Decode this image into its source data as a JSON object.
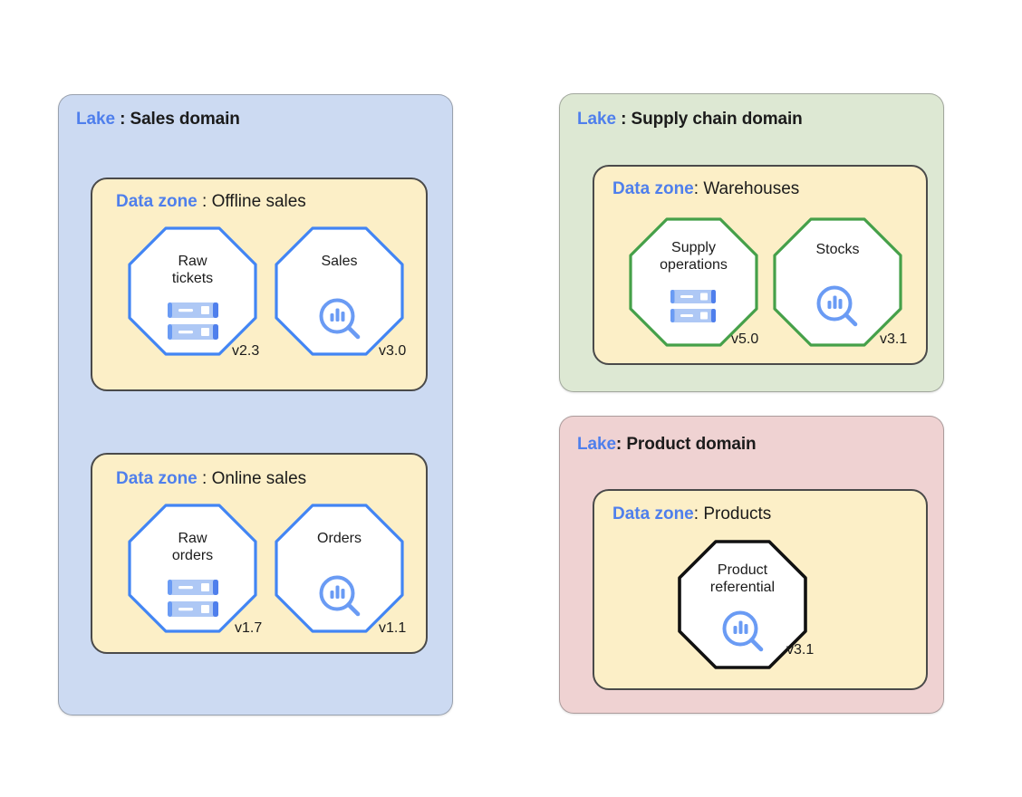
{
  "diagram": {
    "lakes": [
      {
        "id": "sales",
        "keyword": "Lake",
        "separator": " : ",
        "name": "Sales domain",
        "accent": "#4285f4",
        "background": "#ccdaf2",
        "zones": [
          {
            "id": "offline",
            "keyword": "Data zone",
            "separator": " : ",
            "name": "Offline sales",
            "nodes": [
              {
                "label": "Raw\ntickets",
                "icon": "database-server-icon",
                "version": "v2.3",
                "outline": "#4285f4"
              },
              {
                "label": "Sales",
                "icon": "analytics-search-icon",
                "version": "v3.0",
                "outline": "#4285f4"
              }
            ]
          },
          {
            "id": "online",
            "keyword": "Data zone",
            "separator": " : ",
            "name": "Online sales",
            "nodes": [
              {
                "label": "Raw\norders",
                "icon": "database-server-icon",
                "version": "v1.7",
                "outline": "#4285f4"
              },
              {
                "label": "Orders",
                "icon": "analytics-search-icon",
                "version": "v1.1",
                "outline": "#4285f4"
              }
            ]
          }
        ]
      },
      {
        "id": "supply",
        "keyword": "Lake",
        "separator": " : ",
        "name": "Supply chain domain",
        "accent": "#34a853",
        "background": "#dde8d3",
        "zones": [
          {
            "id": "warehouses",
            "keyword": "Data zone",
            "separator": ": ",
            "name": "Warehouses",
            "nodes": [
              {
                "label": "Supply\noperations",
                "icon": "database-server-icon",
                "version": "v5.0",
                "outline": "#45a049"
              },
              {
                "label": "Stocks",
                "icon": "analytics-search-icon",
                "version": "v3.1",
                "outline": "#45a049"
              }
            ]
          }
        ]
      },
      {
        "id": "product",
        "keyword": "Lake",
        "separator": ": ",
        "name": "Product domain",
        "accent": "#1b1b1b",
        "background": "#efd2d2",
        "zones": [
          {
            "id": "products",
            "keyword": "Data zone",
            "separator": ": ",
            "name": "Products",
            "nodes": [
              {
                "label": "Product\nreferential",
                "icon": "analytics-search-icon",
                "version": "v3.1",
                "outline": "#111111"
              }
            ]
          }
        ]
      }
    ],
    "colors": {
      "keyword_blue": "#4f7fec",
      "text_black": "#1b1b1b",
      "zone_fill": "#fcefc7",
      "zone_border": "#4a4a4a",
      "node_fill": "#ffffff",
      "icon_blue": "#6a9bf4",
      "icon_blue_light": "#aec8f5"
    }
  }
}
